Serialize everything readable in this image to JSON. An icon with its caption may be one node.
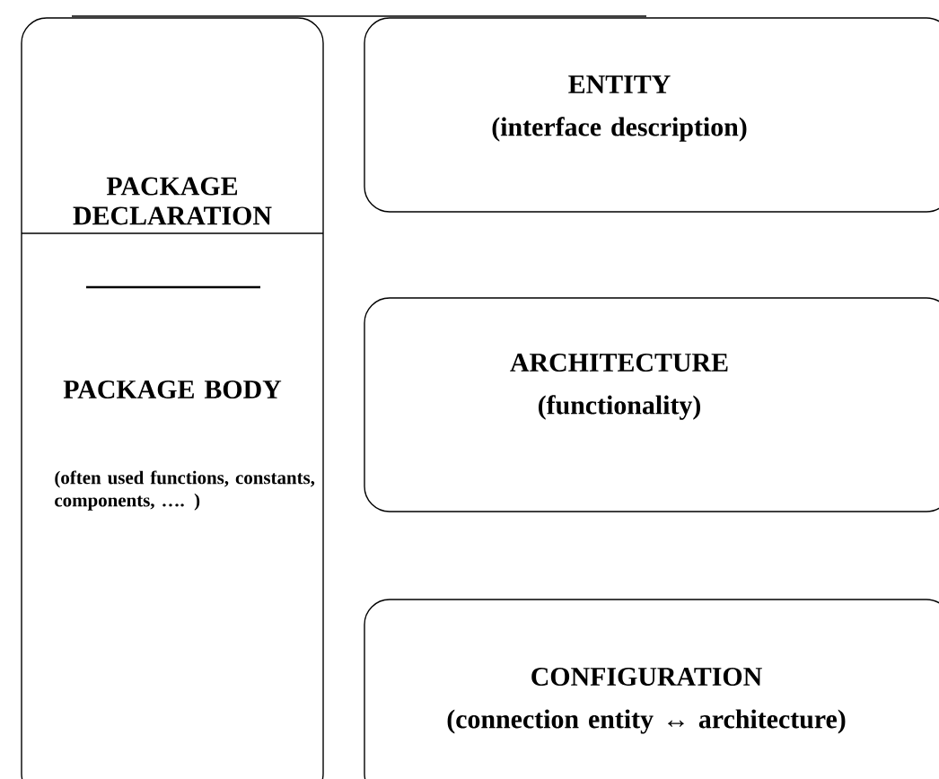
{
  "diagram": {
    "nodes": [
      {
        "text": [
          "PACKAGE DECLARATION",
          "PACKAGE BODY",
          "(often used functions, constants, components, …. )"
        ]
      },
      {
        "text": [
          "ENTITY",
          "(interface description)"
        ]
      },
      {
        "text": [
          "ARCHITECTURE",
          "(functionality)"
        ]
      },
      {
        "text": [
          "CONFIGURATION",
          "(connection entity ↔ architecture)"
        ]
      }
    ]
  }
}
